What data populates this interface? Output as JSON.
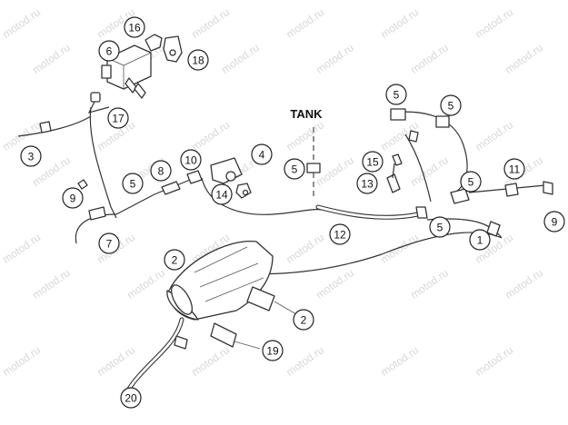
{
  "diagram": {
    "tank_label": "TANK",
    "watermark": "motod.ru",
    "callouts": [
      "16",
      "6",
      "18",
      "17",
      "3",
      "9",
      "7",
      "8",
      "5",
      "10",
      "4",
      "14",
      "5",
      "5",
      "5",
      "15",
      "13",
      "12",
      "5",
      "5",
      "11",
      "9",
      "1",
      "2",
      "2",
      "19",
      "20"
    ]
  }
}
